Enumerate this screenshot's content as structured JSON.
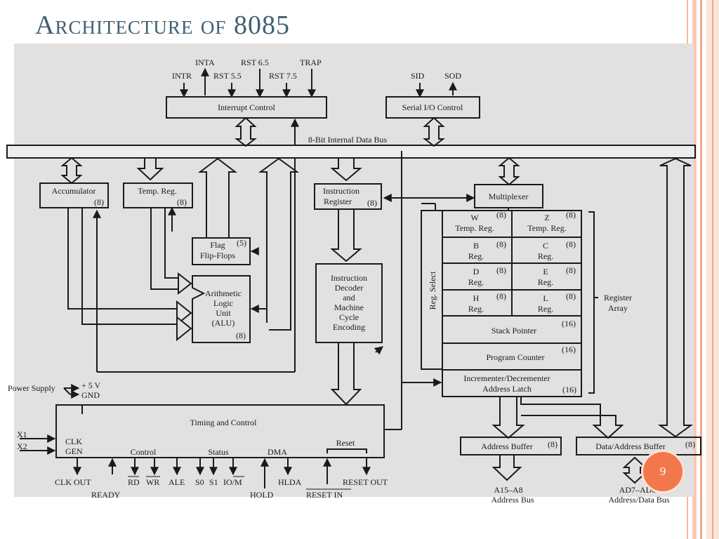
{
  "slide": {
    "title": "Architecture of 8085",
    "page_number": "9"
  },
  "colors": {
    "title": "#3f5f73",
    "accent": "#f2784b",
    "diagram_bg": "#e1e1e1",
    "line": "#1a1a1a"
  },
  "diagram": {
    "interrupt_signals": {
      "inta": "INTA",
      "rst65": "RST 6.5",
      "trap": "TRAP",
      "intr": "INTR",
      "rst55": "RST 5.5",
      "rst75": "RST 7.5"
    },
    "serial_signals": {
      "sid": "SID",
      "sod": "SOD"
    },
    "interrupt_control": "Interrupt Control",
    "serial_io_control": "Serial I/O Control",
    "internal_bus": "8-Bit Internal Data Bus",
    "accumulator": {
      "label": "Accumulator",
      "bits": "(8)"
    },
    "temp_reg": {
      "label": "Temp. Reg.",
      "bits": "(8)"
    },
    "flag": {
      "line1": "Flag",
      "line2": "Flip-Flops",
      "bits": "(5)"
    },
    "alu": {
      "line1": "Arithmetic",
      "line2": "Logic",
      "line3": "Unit",
      "line4": "(ALU)",
      "bits": "(8)"
    },
    "instruction_register": {
      "line1": "Instruction",
      "line2": "Register",
      "bits": "(8)"
    },
    "decoder": {
      "line1": "Instruction",
      "line2": "Decoder",
      "line3": "and",
      "line4": "Machine",
      "line5": "Cycle",
      "line6": "Encoding"
    },
    "multiplexer": "Multiplexer",
    "reg_select": "Reg. Select",
    "registers": {
      "w": {
        "name": "W",
        "sub": "Temp. Reg.",
        "bits": "(8)"
      },
      "z": {
        "name": "Z",
        "sub": "Temp. Reg.",
        "bits": "(8)"
      },
      "b": {
        "name": "B",
        "sub": "Reg.",
        "bits": "(8)"
      },
      "c": {
        "name": "C",
        "sub": "Reg.",
        "bits": "(8)"
      },
      "d": {
        "name": "D",
        "sub": "Reg.",
        "bits": "(8)"
      },
      "e": {
        "name": "E",
        "sub": "Reg.",
        "bits": "(8)"
      },
      "h": {
        "name": "H",
        "sub": "Reg.",
        "bits": "(8)"
      },
      "l": {
        "name": "L",
        "sub": "Reg.",
        "bits": "(8)"
      }
    },
    "stack_pointer": {
      "label": "Stack Pointer",
      "bits": "(16)"
    },
    "program_counter": {
      "label": "Program Counter",
      "bits": "(16)"
    },
    "inc_dec": {
      "line1": "Incrementer/Decrementer",
      "line2": "Address Latch",
      "bits": "(16)"
    },
    "register_array": {
      "line1": "Register",
      "line2": "Array"
    },
    "power_supply": {
      "label": "Power Supply",
      "plus5v": "+ 5 V",
      "gnd": "GND"
    },
    "timing_control": "Timing and Control",
    "clk_gen": {
      "line1": "CLK",
      "line2": "GEN"
    },
    "x1": "X1",
    "x2": "X2",
    "groups": {
      "control": "Control",
      "status": "Status",
      "dma": "DMA",
      "reset": "Reset"
    },
    "bottom_signals": {
      "clk_out": "CLK OUT",
      "ready": "READY",
      "rd": "RD",
      "wr": "WR",
      "ale": "ALE",
      "s0": "S0",
      "s1": "S1",
      "io_m": "IO/M",
      "hold": "HOLD",
      "hlda": "HLDA",
      "reset_in": "RESET IN",
      "reset_out": "RESET OUT"
    },
    "address_buffer": {
      "label": "Address Buffer",
      "bits": "(8)"
    },
    "data_address_buffer": {
      "label": "Data/Address Buffer",
      "bits": "(8)"
    },
    "address_bus": {
      "line1": "A15–A8",
      "line2": "Address Bus"
    },
    "data_bus": {
      "line1": "AD7–AD0",
      "line2": "Address/Data Bus"
    }
  }
}
